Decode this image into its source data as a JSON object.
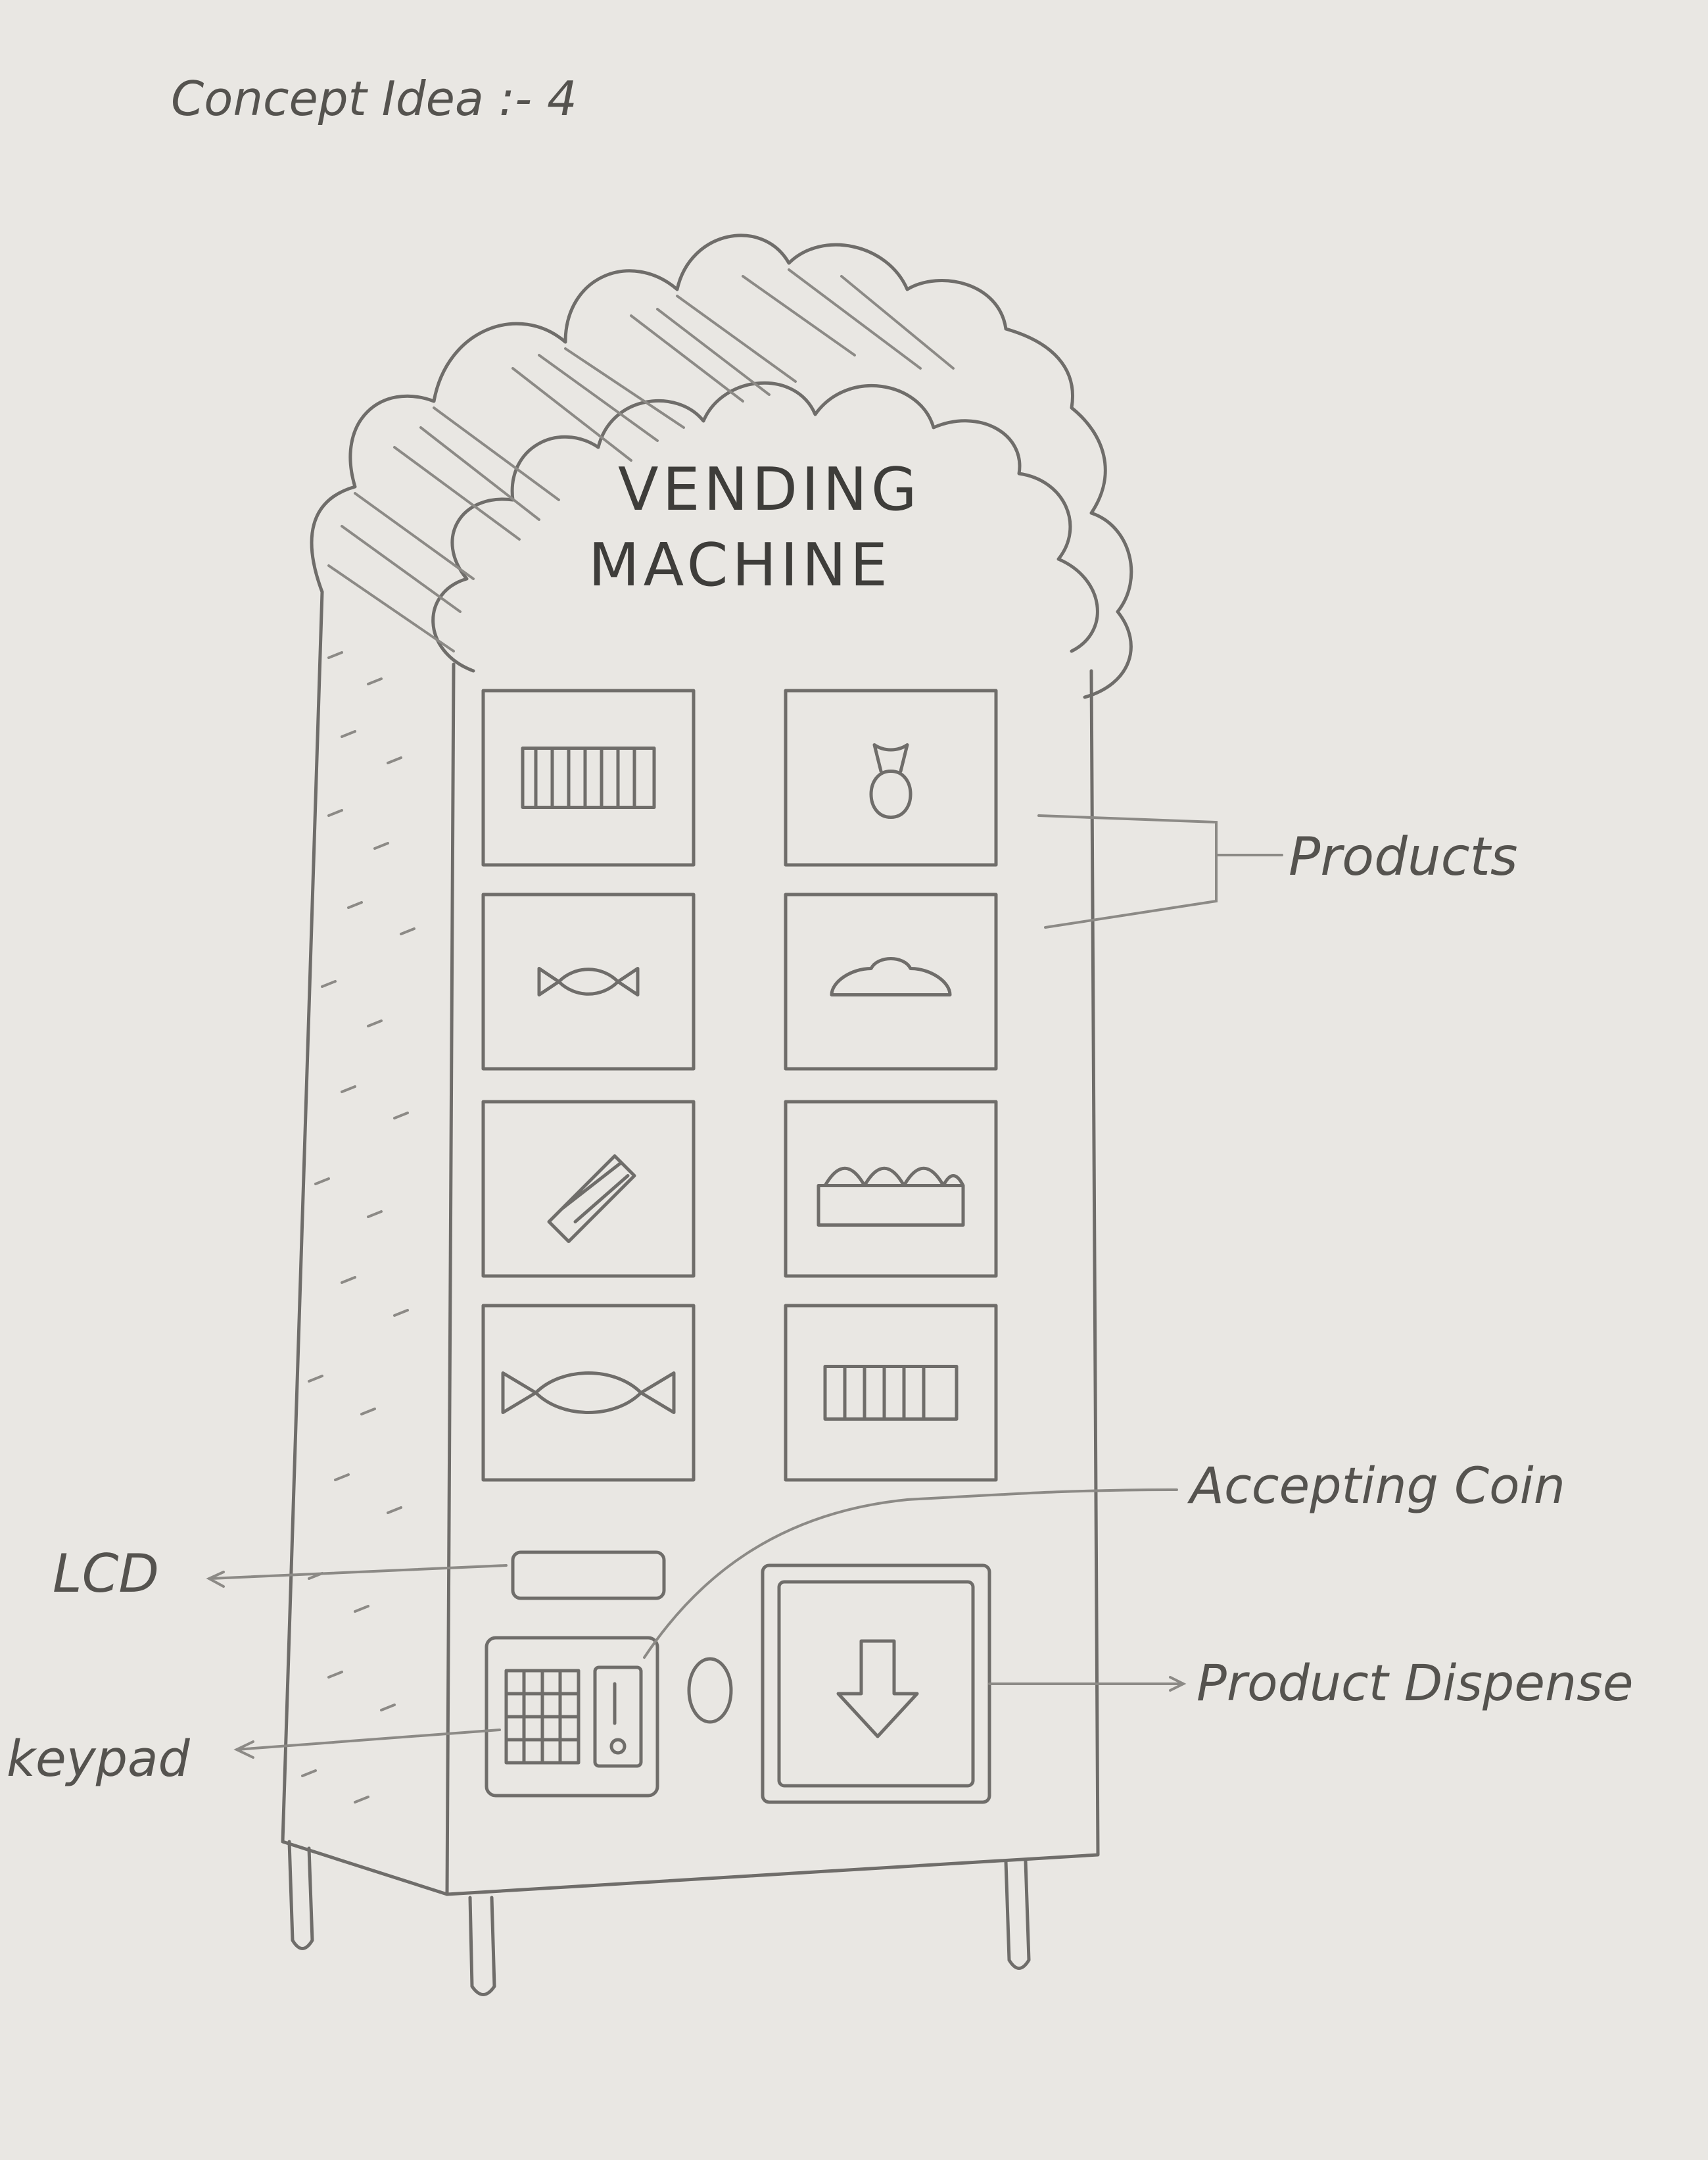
{
  "page_title": "Concept Idea :- 4",
  "machine": {
    "sign_line1": "VENDING",
    "sign_line2": "MACHINE"
  },
  "labels": {
    "products": "Products",
    "accepting_coin": "Accepting Coin",
    "lcd": "LCD",
    "keypad": "keypad",
    "product_dispense": "Product Dispense"
  },
  "product_slots": [
    {
      "icon": "chocolate-bar-icon"
    },
    {
      "icon": "pouch-icon"
    },
    {
      "icon": "wrapped-candy-icon"
    },
    {
      "icon": "bun-icon"
    },
    {
      "icon": "tilted-bar-icon"
    },
    {
      "icon": "biscuit-pack-icon"
    },
    {
      "icon": "large-candy-icon"
    },
    {
      "icon": "wafer-bar-icon"
    }
  ],
  "colors": {
    "paper": "#e9e7e3",
    "pencil": "#6f6d6a"
  }
}
